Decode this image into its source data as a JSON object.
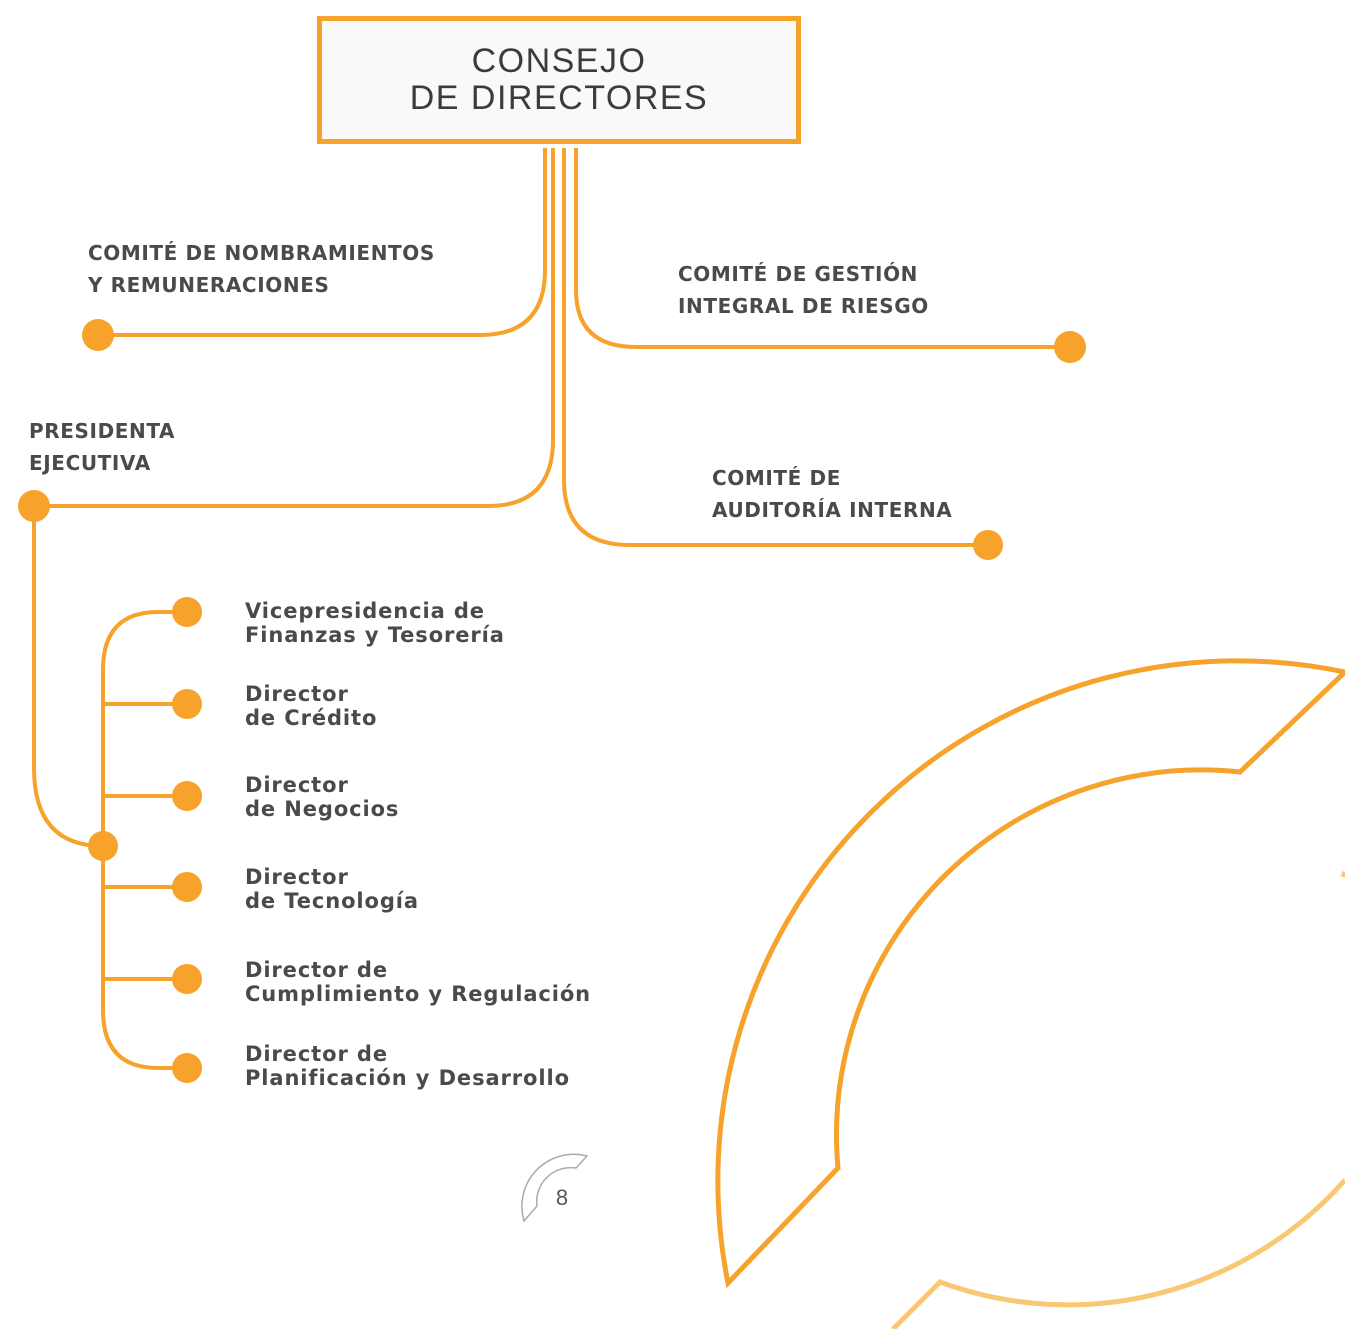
{
  "board": {
    "line1": "CONSEJO",
    "line2": "DE DIRECTORES"
  },
  "committees": [
    {
      "line1": "COMITÉ DE NOMBRAMIENTOS",
      "line2": "Y REMUNERACIONES"
    },
    {
      "line1": "COMITÉ DE GESTIÓN",
      "line2": "INTEGRAL DE RIESGO"
    },
    {
      "line1": "COMITÉ DE",
      "line2": "AUDITORÍA INTERNA"
    }
  ],
  "president": {
    "line1": "PRESIDENTA",
    "line2": "EJECUTIVA"
  },
  "directors": [
    {
      "line1": "Vicepresidencia de",
      "line2": "Finanzas y Tesorería"
    },
    {
      "line1": "Director",
      "line2": "de Crédito"
    },
    {
      "line1": "Director",
      "line2": "de Negocios"
    },
    {
      "line1": "Director",
      "line2": "de Tecnología"
    },
    {
      "line1": "Director de",
      "line2": "Cumplimiento y Regulación"
    },
    {
      "line1": "Director de",
      "line2": "Planificación y Desarrollo"
    }
  ],
  "page_number": "8",
  "colors": {
    "accent": "#F6A22B",
    "accent_light": "#F9C874",
    "text": "#4A4A4A",
    "muted": "#AAAAAA"
  }
}
